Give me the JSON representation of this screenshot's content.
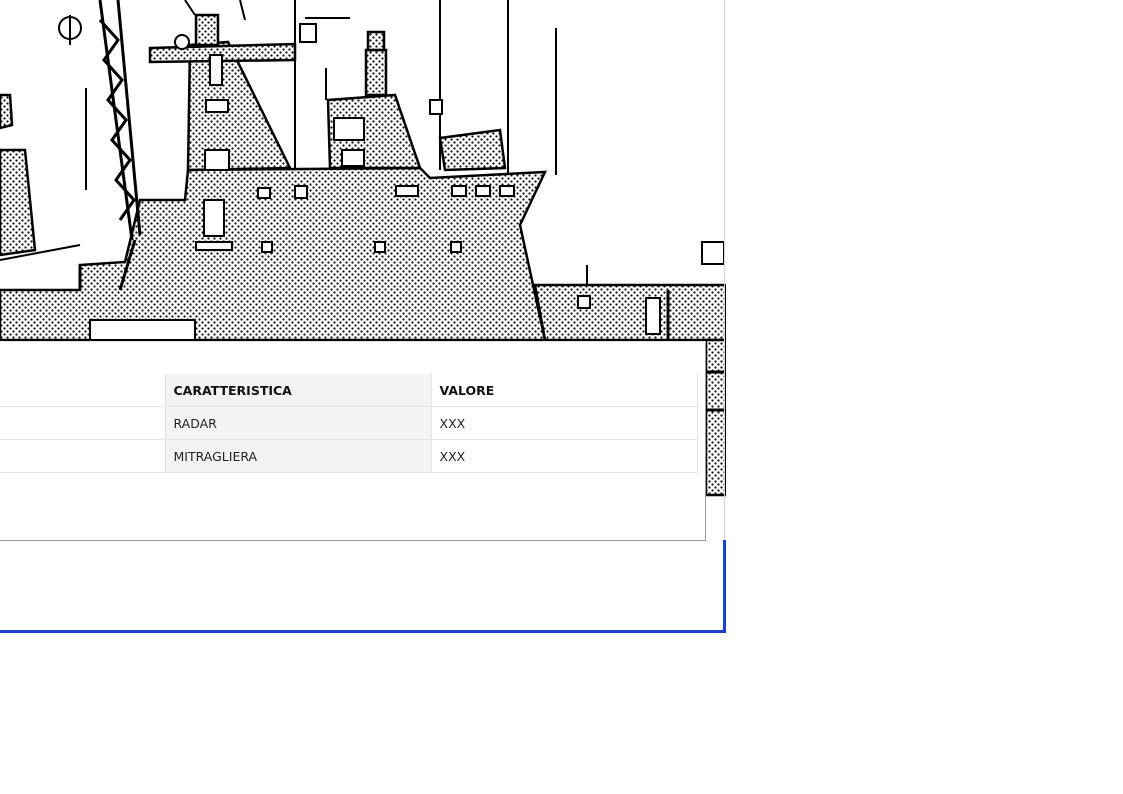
{
  "table": {
    "headers": [
      "CARATTERISTICA",
      "VALORE"
    ],
    "rows": [
      {
        "caratteristica": "RADAR",
        "valore": "XXX"
      },
      {
        "caratteristica": "MITRAGLIERA",
        "valore": "XXX"
      }
    ]
  },
  "colors": {
    "frame_accent": "#1a3fd1",
    "label_cell_bg": "#f2f3f5"
  },
  "image": {
    "subject": "ship-line-drawing-stippled"
  }
}
